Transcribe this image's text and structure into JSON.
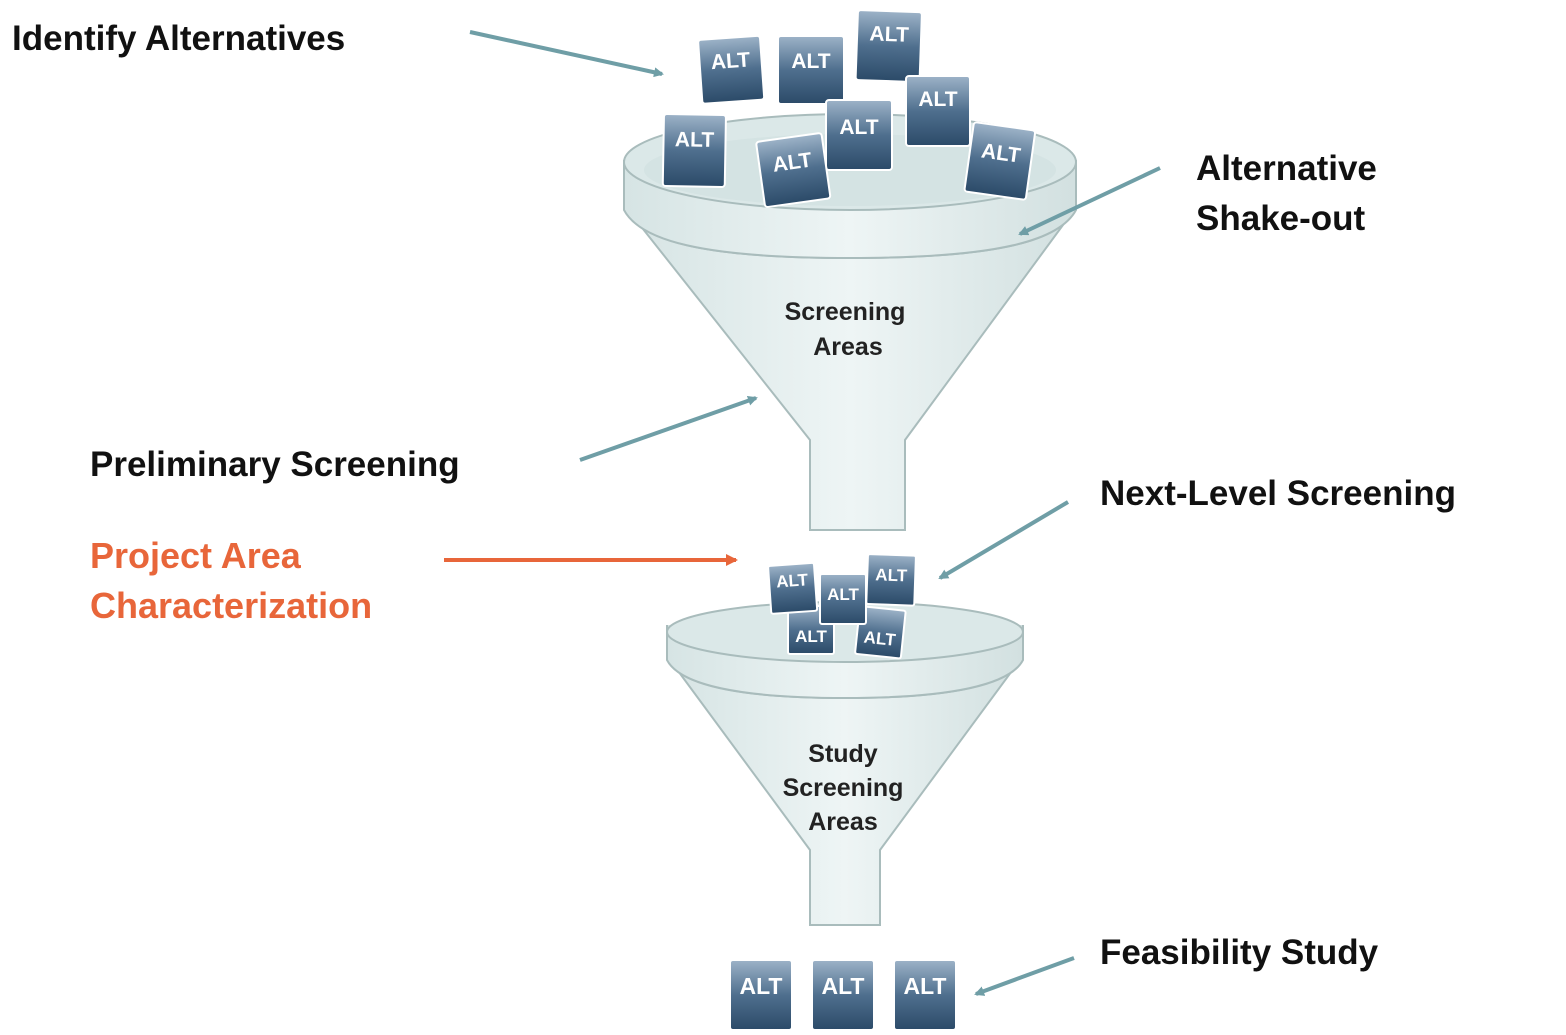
{
  "labels": {
    "identify": "Identify Alternatives",
    "shakeout_1": "Alternative",
    "shakeout_2": "Shake-out",
    "preliminary": "Preliminary Screening",
    "project_1": "Project Area",
    "project_2": "Characterization",
    "next_level": "Next-Level Screening",
    "feasibility": "Feasibility Study"
  },
  "funnel_top": {
    "line1": "Screening",
    "line2": "Areas"
  },
  "funnel_bottom": {
    "line1": "Study",
    "line2": "Screening",
    "line3": "Areas"
  },
  "card_text": "ALT",
  "colors": {
    "label": "#111111",
    "highlight": "#e8663a",
    "arrow": "#6f9ea6",
    "card_top": "#8fa8bf",
    "card_bottom": "#2f4f6e",
    "funnel_fill": "#e4eeee",
    "funnel_stroke": "#a9bcbc"
  }
}
